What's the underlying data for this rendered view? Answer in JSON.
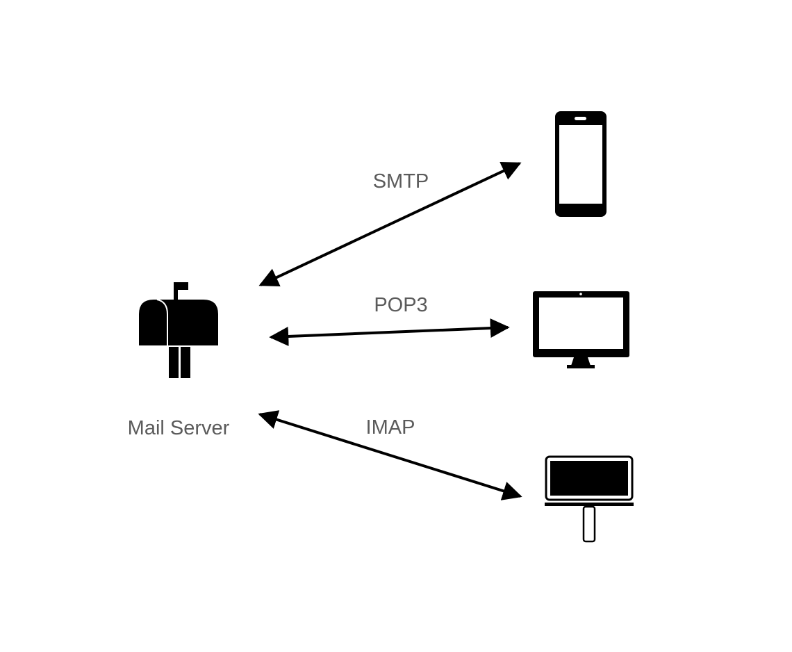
{
  "server": {
    "label": "Mail Server",
    "icon": "mailbox-icon"
  },
  "clients": [
    {
      "icon": "smartphone-icon"
    },
    {
      "icon": "desktop-monitor-icon"
    },
    {
      "icon": "laptop-icon"
    }
  ],
  "connections": [
    {
      "protocol": "SMTP",
      "from": "server",
      "to": "smartphone",
      "direction": "bidirectional"
    },
    {
      "protocol": "POP3",
      "from": "server",
      "to": "desktop-monitor",
      "direction": "bidirectional"
    },
    {
      "protocol": "IMAP",
      "from": "server",
      "to": "laptop",
      "direction": "bidirectional"
    }
  ],
  "colors": {
    "icon": "#000000",
    "arrow": "#000000",
    "label_text": "#5b5b5b",
    "background": "#ffffff"
  }
}
